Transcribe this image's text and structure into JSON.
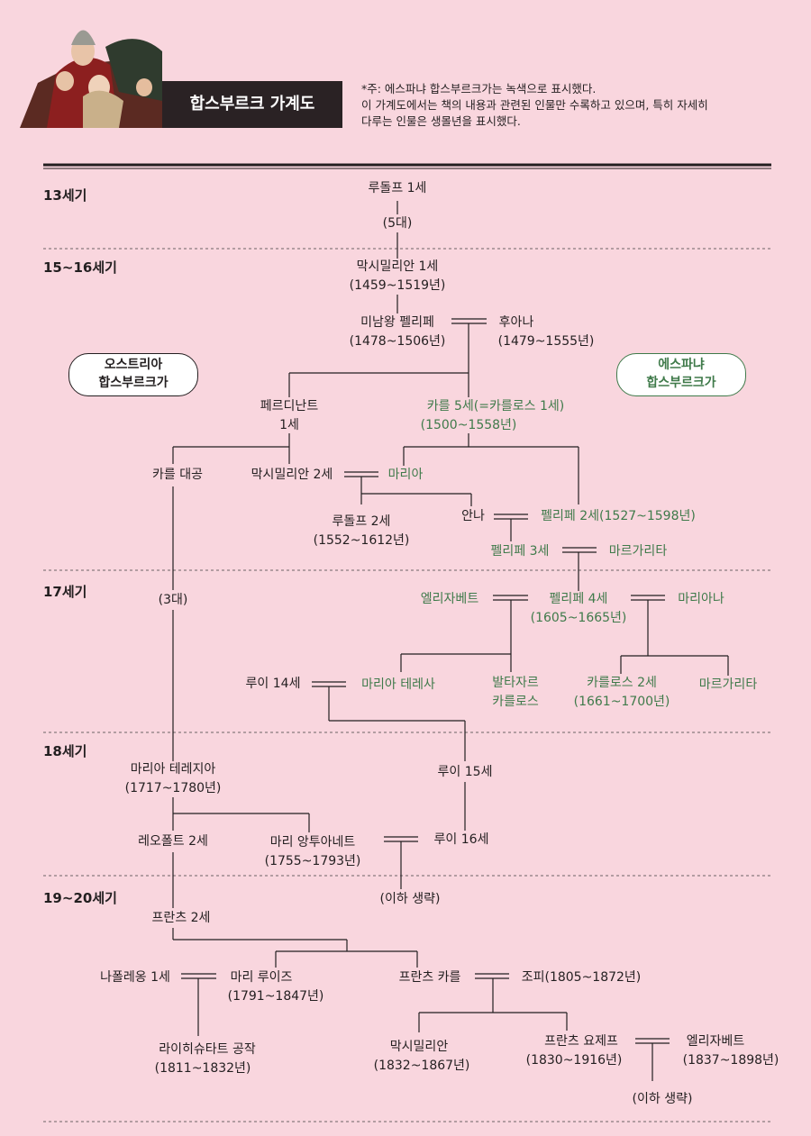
{
  "header": {
    "title": "합스부르크 가계도",
    "note_lines": [
      "*주: 에스파냐 합스부르크가는 녹색으로 표시했다.",
      "이 가계도에서는 책의 내용과 관련된 인물만 수록하고 있으며, 특히 자세히",
      "다루는 인물은 생몰년을 표시했다."
    ]
  },
  "eras": [
    "13세기",
    "15~16세기",
    "17세기",
    "18세기",
    "19~20세기"
  ],
  "branches": {
    "austria": [
      "오스트리아",
      "합스부르크가"
    ],
    "spain": [
      "에스파냐",
      "합스부르크가"
    ]
  },
  "people": {
    "rudolf1": "루돌프 1세",
    "gen5": "(5대)",
    "maximilian1": "막시밀리안 1세",
    "maximilian1_years": "(1459~1519년)",
    "philipp": "미남왕 펠리페",
    "philipp_years": "(1478~1506년)",
    "juana": "후아나",
    "juana_years": "(1479~1555년)",
    "ferdinand1_a": "페르디난트",
    "ferdinand1_b": "1세",
    "karl5": "카를 5세(=카를로스 1세)",
    "karl5_years": "(1500~1558년)",
    "karl_archduke": "카를 대공",
    "maximilian2": "막시밀리안 2세",
    "maria": "마리아",
    "rudolf2": "루돌프 2세",
    "rudolf2_years": "(1552~1612년)",
    "anna": "안나",
    "felipe2": "펠리페 2세(1527~1598년)",
    "felipe3": "펠리페 3세",
    "margarita1": "마르가리타",
    "gen3": "(3대)",
    "elisabeth1": "엘리자베트",
    "felipe4": "펠리페 4세",
    "felipe4_years": "(1605~1665년)",
    "mariana": "마리아나",
    "louis14": "루이 14세",
    "maria_teresa": "마리아 테레사",
    "baltasar_a": "발타자르",
    "baltasar_b": "카를로스",
    "carlos2": "카를로스 2세",
    "carlos2_years": "(1661~1700년)",
    "margarita2": "마르가리타",
    "maria_theresia": "마리아 테레지아",
    "maria_theresia_years": "(1717~1780년)",
    "louis15": "루이 15세",
    "leopold2": "레오폴트 2세",
    "marie_antoinette": "마리 앙투아네트",
    "marie_antoinette_years": "(1755~1793년)",
    "louis16": "루이 16세",
    "omitted1": "(이하 생략)",
    "franz2": "프란츠 2세",
    "napoleon": "나폴레옹 1세",
    "marie_louise": "마리 루이즈",
    "marie_louise_years": "(1791~1847년)",
    "franz_karl": "프란츠 카를",
    "sophie": "조피(1805~1872년)",
    "reichstadt": "라이히슈타트 공작",
    "reichstadt_years": "(1811~1832년)",
    "maximilian_mex": "막시밀리안",
    "maximilian_mex_years": "(1832~1867년)",
    "franz_joseph": "프란츠 요제프",
    "franz_joseph_years": "(1830~1916년)",
    "elisabeth2": "엘리자베트",
    "elisabeth2_years": "(1837~1898년)",
    "omitted2": "(이하 생략)"
  },
  "colors": {
    "background": "#f9d6de",
    "spain_green": "#3f7a4a",
    "ink": "#231f20",
    "title_bg": "#2a2224"
  }
}
